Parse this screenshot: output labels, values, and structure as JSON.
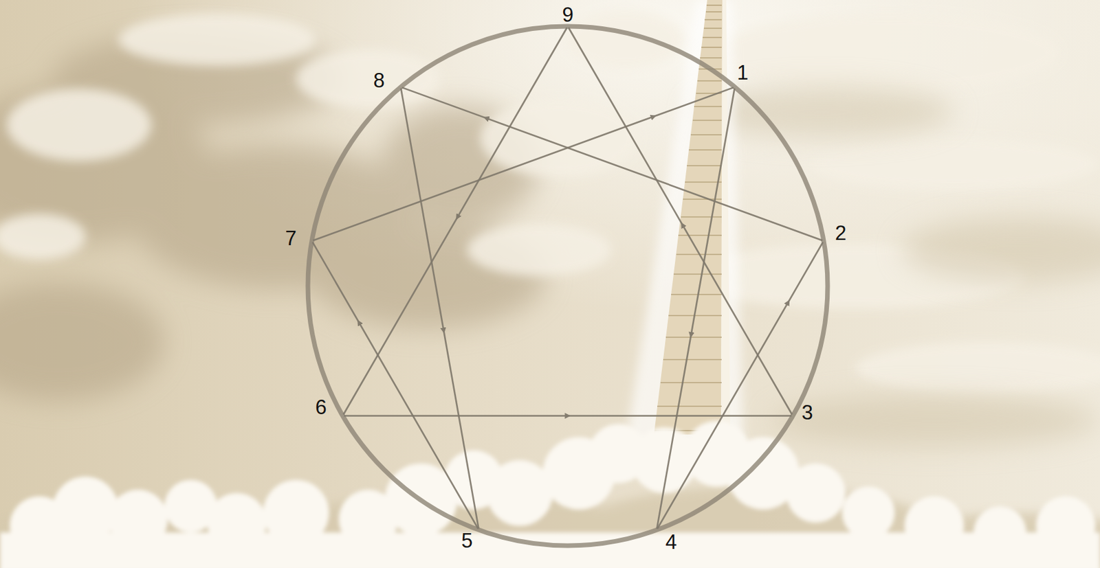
{
  "diagram": {
    "nodes": [
      {
        "text": [
          "1"
        ]
      },
      {
        "text": [
          "2"
        ]
      },
      {
        "text": [
          "3"
        ]
      },
      {
        "text": [
          "4"
        ]
      },
      {
        "text": [
          "5"
        ]
      },
      {
        "text": [
          "6"
        ]
      },
      {
        "text": [
          "7"
        ]
      },
      {
        "text": [
          "8"
        ]
      },
      {
        "text": [
          "9"
        ]
      }
    ],
    "edges": [
      {
        "from": 6,
        "to": 0,
        "arrow": "to"
      },
      {
        "from": 0,
        "to": 3,
        "arrow": "to"
      },
      {
        "from": 3,
        "to": 1,
        "arrow": "to"
      },
      {
        "from": 1,
        "to": 7,
        "arrow": "to"
      },
      {
        "from": 7,
        "to": 4,
        "arrow": "to"
      },
      {
        "from": 4,
        "to": 6,
        "arrow": "to"
      },
      {
        "from": 8,
        "to": 5,
        "arrow": "to"
      },
      {
        "from": 5,
        "to": 2,
        "arrow": "to"
      },
      {
        "from": 2,
        "to": 8,
        "arrow": "to"
      }
    ]
  }
}
